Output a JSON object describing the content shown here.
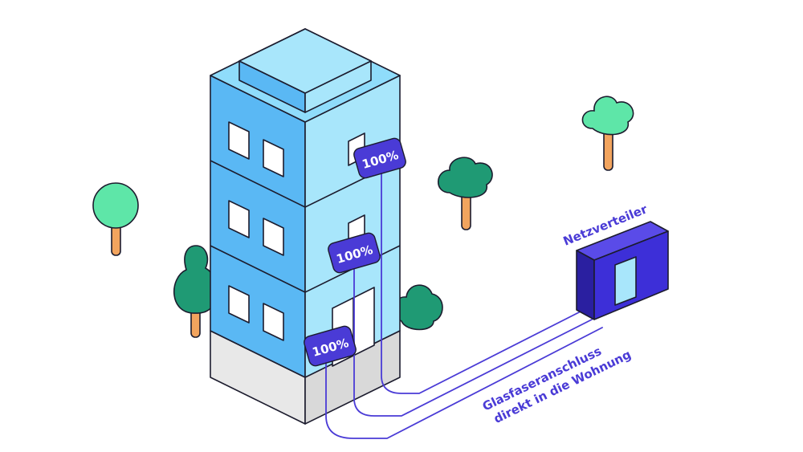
{
  "colors": {
    "background": "#ffffff",
    "outline": "#1c1c2e",
    "facade_left": "#5ab8f4",
    "facade_right": "#a8e6fb",
    "roof": "#8fdcfb",
    "base": "#e4e4e4",
    "fiber": "#4a3bd6",
    "badge": "#4a3bd6",
    "badge_text": "#ffffff",
    "cabinet_front": "#3d2fd8",
    "cabinet_side": "#2a1fa0",
    "tree_light": "#5ee6a8",
    "tree_dark": "#1f9a74",
    "trunk": "#f2a45e"
  },
  "badges": [
    {
      "label": "100%"
    },
    {
      "label": "100%"
    },
    {
      "label": "100%"
    }
  ],
  "cabinet": {
    "label": "Netzverteiler",
    "icon": "network-distribution-cabinet"
  },
  "connection": {
    "line1": "Glasfaseranschluss",
    "line2": "direkt in die Wohnung"
  }
}
